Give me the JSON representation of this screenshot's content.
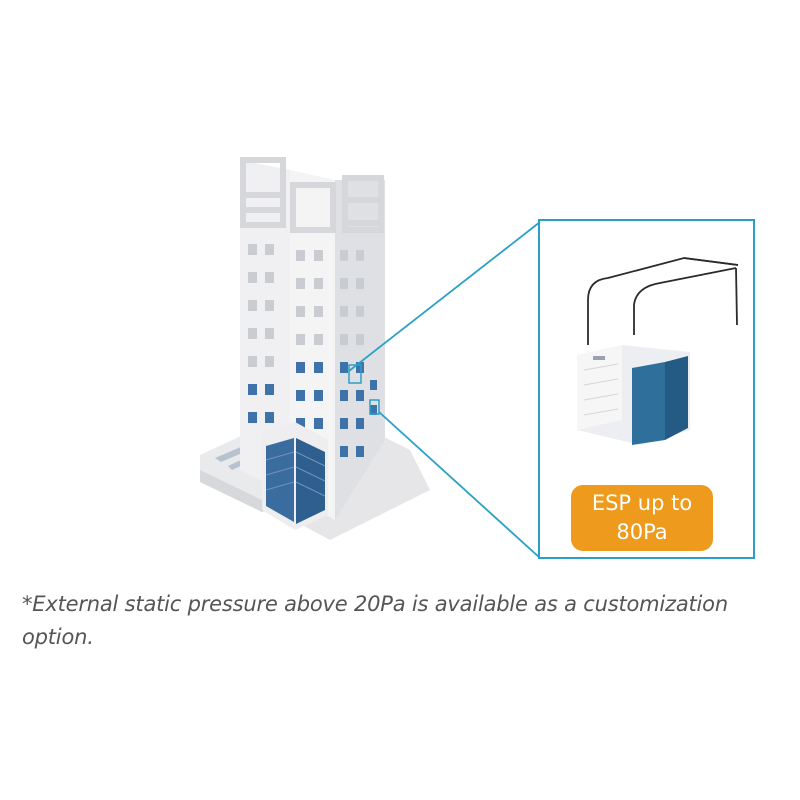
{
  "badge": {
    "text": "ESP up to\n80Pa"
  },
  "footnote": {
    "text": "*External static pressure above 20Pa is available as a customization option."
  },
  "colors": {
    "frame": "#2aa0c8",
    "badge": "#ee9a1c",
    "window_lit": "#3f72a8",
    "window_grey": "#c9ccd1",
    "wall_light": "#f1f1f2",
    "wall_shade": "#dcdde0",
    "shadow": "#e6e6e8",
    "duct": "#2b2b2b",
    "unit_fan": "#2f6f9c"
  },
  "icons": {
    "building": "office-tower-illustration",
    "annex": "low-rise-annex-with-solar-panels",
    "unit": "outdoor-vrf-unit",
    "duct": "air-duct"
  }
}
